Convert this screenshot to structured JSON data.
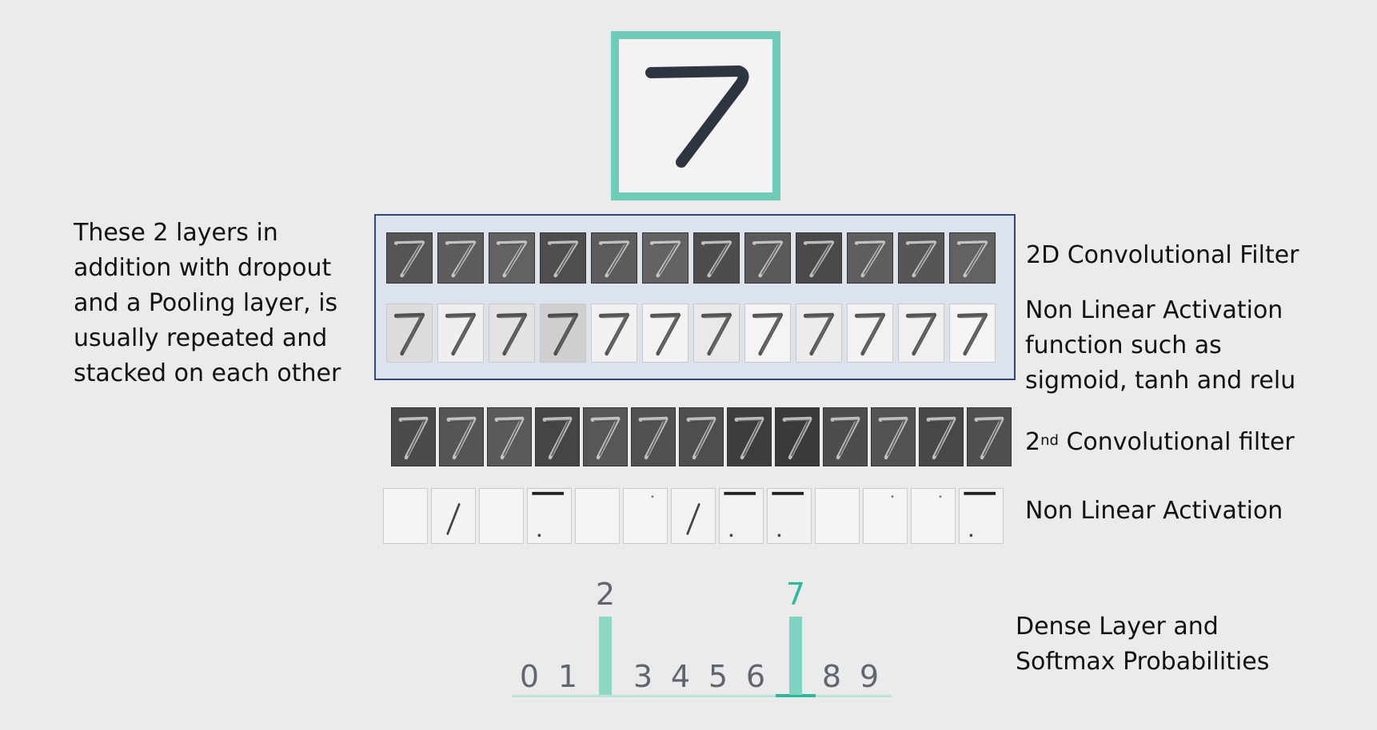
{
  "left_note": [
    "These 2 layers in",
    "addition with dropout",
    "and a Pooling layer, is",
    "usually repeated and",
    "stacked on each other"
  ],
  "labels": {
    "conv1": "2D Convolutional Filter",
    "act1": [
      "Non Linear Activation",
      "function such as",
      "sigmoid, tanh and relu"
    ],
    "conv2_prefix": "2",
    "conv2_sup": "nd",
    "conv2_rest": " Convolutional filter",
    "act2": "Non Linear Activation",
    "dense": [
      "Dense Layer and",
      "Softmax Probabilities"
    ]
  },
  "colors": {
    "accent": "#6ecdb8",
    "accent_dark": "#2db89a",
    "box_border": "#2e4a7a",
    "digit_gray": "#5f6670"
  },
  "softmax": {
    "digits": [
      "0",
      "1",
      "2",
      "3",
      "4",
      "5",
      "6",
      "7",
      "8",
      "9"
    ],
    "probabilities": [
      0,
      0,
      0.5,
      0,
      0,
      0,
      0,
      0.5,
      0,
      0
    ],
    "highlight": "7"
  },
  "feature_maps": {
    "conv1_shades": [
      "#555",
      "#5d5d5d",
      "#626262",
      "#4e4e4e",
      "#5c5c5c",
      "#636363",
      "#4d4d4d",
      "#5a5a5a",
      "#4a4a4a",
      "#5e5e5e",
      "#565656",
      "#626262"
    ],
    "act1_shades": [
      "#dcdcdc",
      "#efefef",
      "#e3e3e3",
      "#cfcfcf",
      "#f1f1f1",
      "#f3f3f3",
      "#e9e9e9",
      "#f4f4f4",
      "#ececec",
      "#f2f2f2",
      "#f0f0f0",
      "#f5f5f5"
    ],
    "conv2_shades": [
      "#4b4b4b",
      "#555",
      "#5a5a5a",
      "#454545",
      "#575757",
      "#515151",
      "#4e4e4e",
      "#3d3d3d",
      "#3a3a3a",
      "#4d4d4d",
      "#535353",
      "#474747",
      "#4f4f4f"
    ],
    "act2_shades": [
      "#f4f4f4",
      "#f3f3f3",
      "#f5f5f5",
      "#f3f3f3",
      "#f5f5f5",
      "#f4f4f4",
      "#f3f3f3",
      "#f2f2f2",
      "#f1f1f1",
      "#f5f5f5",
      "#f5f5f5",
      "#f4f4f4",
      "#f2f2f2"
    ]
  }
}
